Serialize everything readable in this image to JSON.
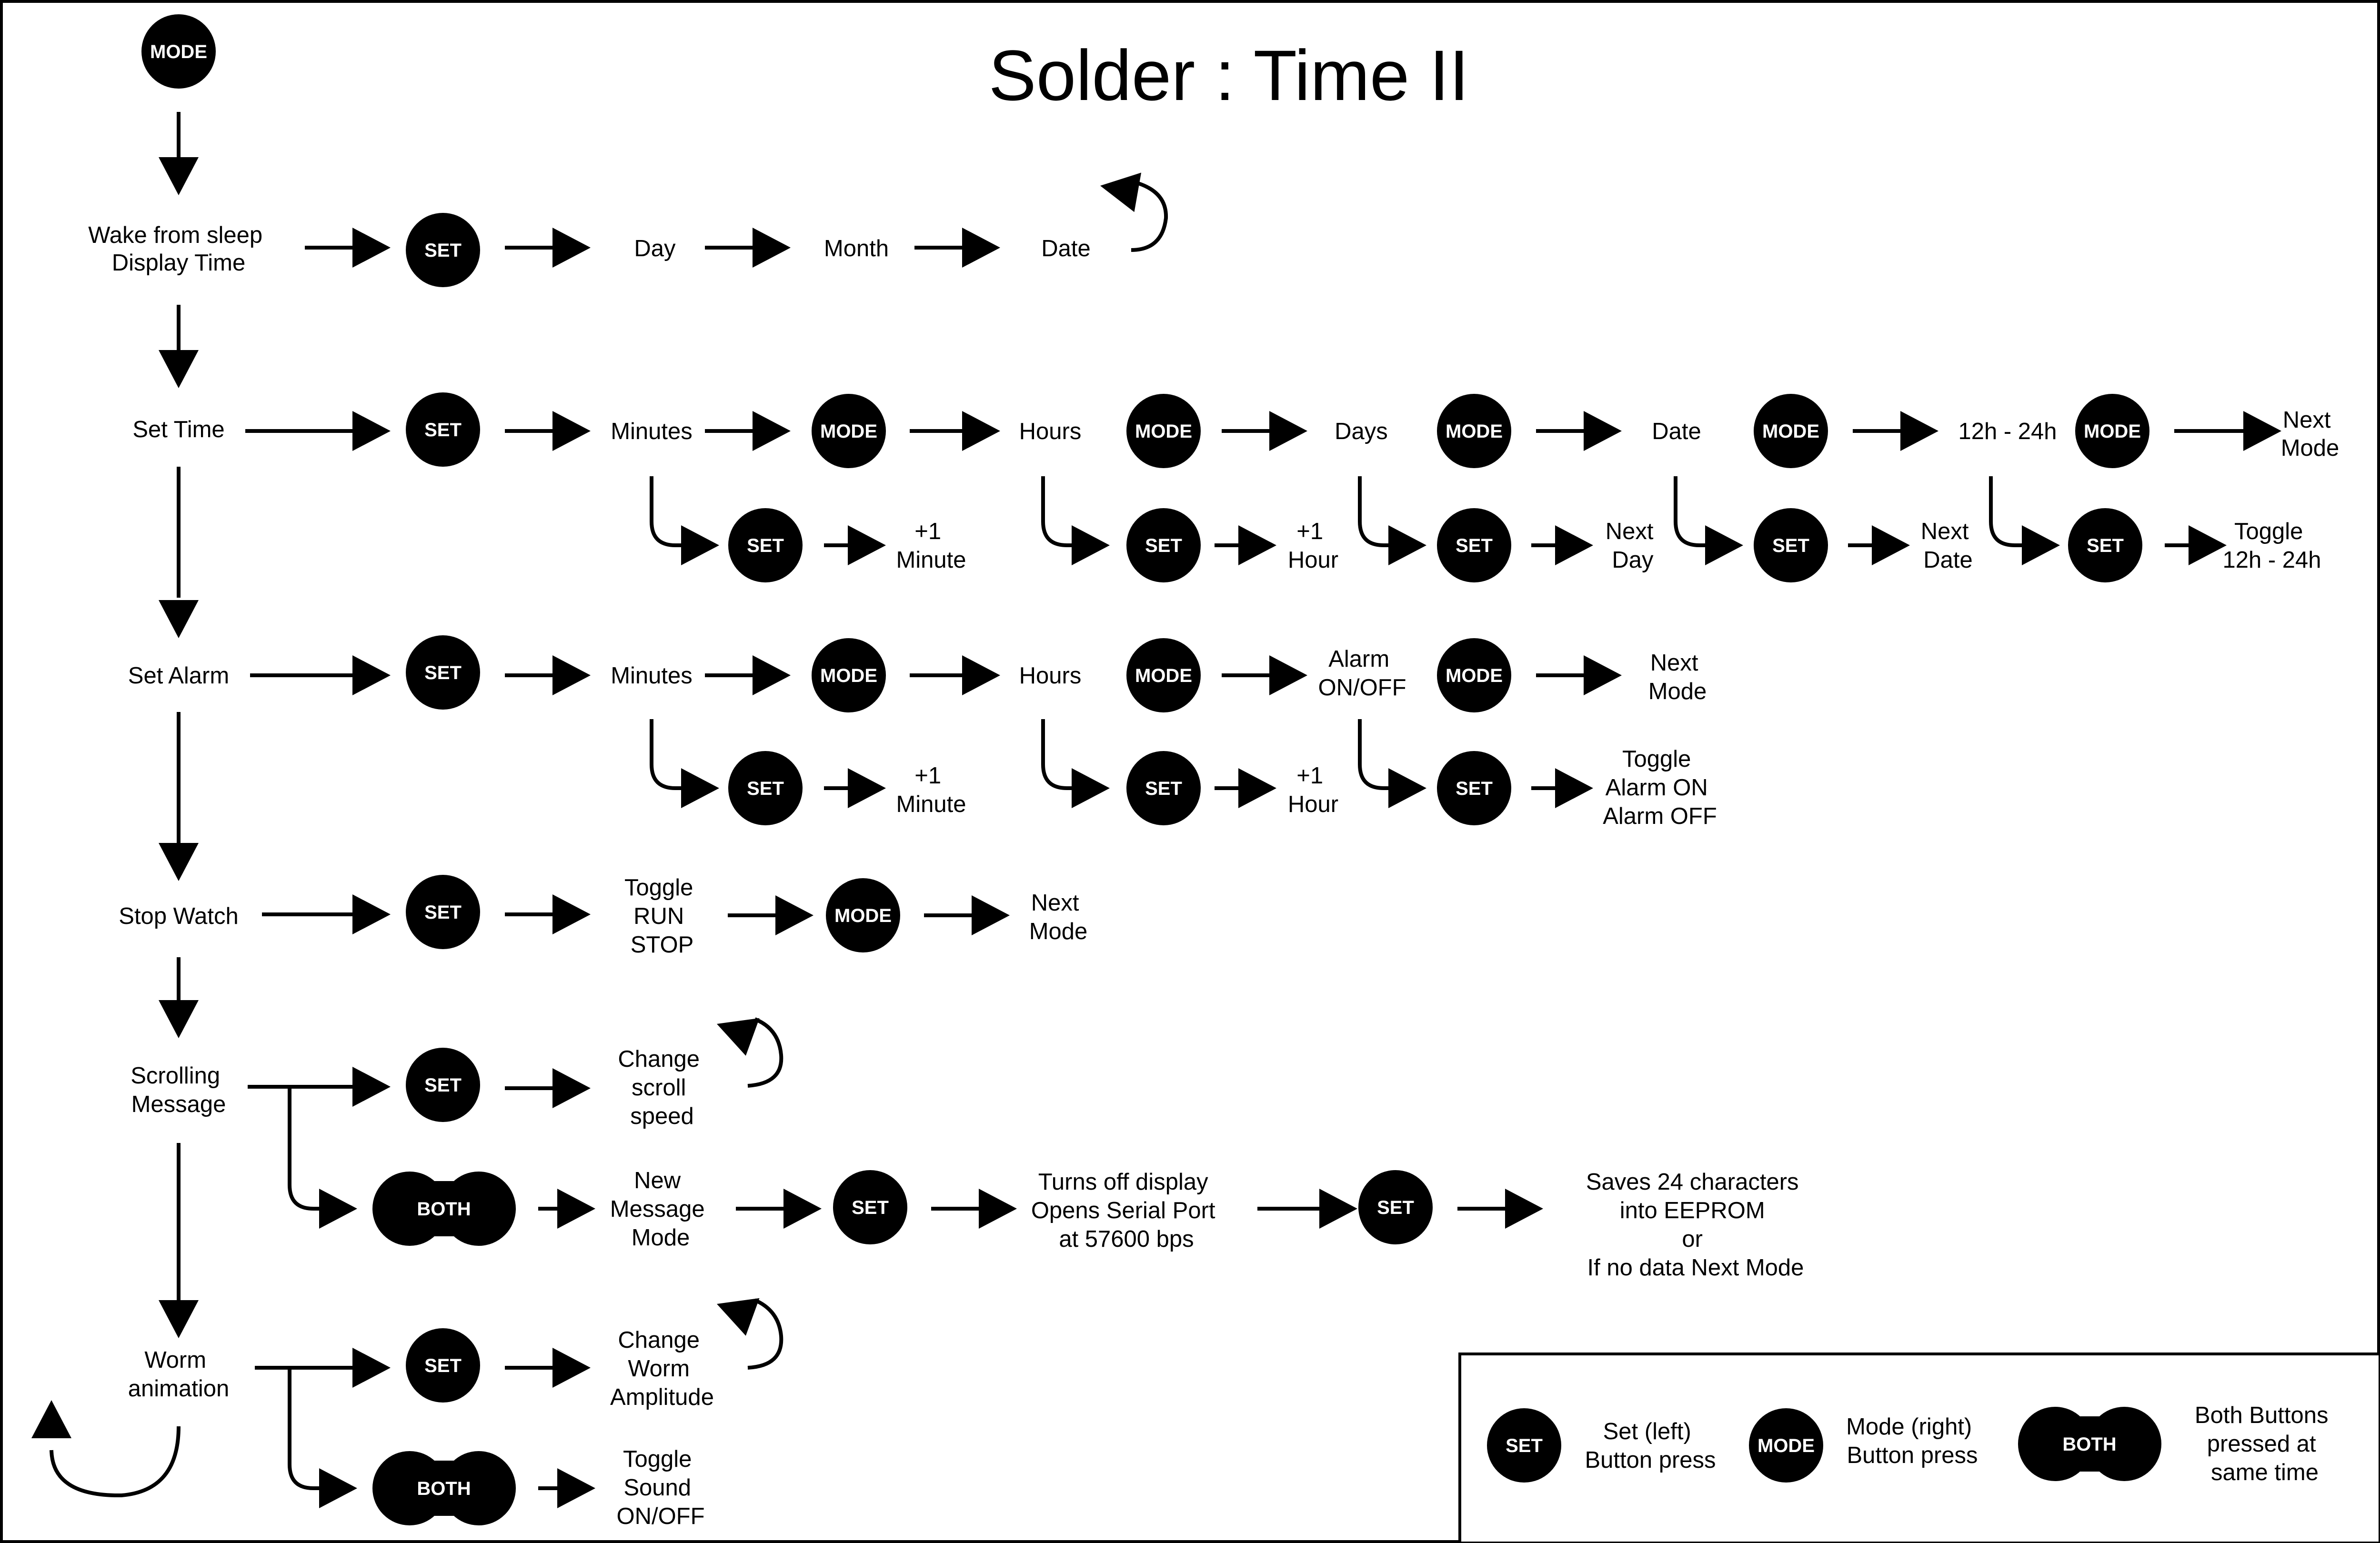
{
  "title": "Solder : Time II",
  "colors": {
    "ink": "#000000",
    "paper": "#ffffff"
  },
  "buttons": {
    "set": "SET",
    "mode": "MODE",
    "both": "BOTH"
  },
  "start_button": "MODE",
  "modes": {
    "wake": {
      "label": [
        "Wake from sleep",
        "Display Time"
      ],
      "sequence": [
        "Day",
        "Month",
        "Date"
      ]
    },
    "set_time": {
      "label": "Set Time",
      "steps": [
        {
          "name": "Minutes",
          "action": [
            "+1",
            "Minute"
          ]
        },
        {
          "name": "Hours",
          "action": [
            "+1",
            "Hour"
          ]
        },
        {
          "name": "Days",
          "action": [
            "Next",
            "Day"
          ]
        },
        {
          "name": "Date",
          "action": [
            "Next",
            "Date"
          ]
        },
        {
          "name": "12h - 24h",
          "action": [
            "Toggle",
            "12h - 24h"
          ]
        }
      ],
      "next": [
        "Next",
        "Mode"
      ]
    },
    "set_alarm": {
      "label": "Set Alarm",
      "steps": [
        {
          "name": "Minutes",
          "action": [
            "+1",
            "Minute"
          ]
        },
        {
          "name": "Hours",
          "action": [
            "+1",
            "Hour"
          ]
        },
        {
          "name": [
            "Alarm",
            "ON/OFF"
          ],
          "action": [
            "Toggle",
            "Alarm ON",
            "Alarm OFF"
          ]
        }
      ],
      "next": [
        "Next",
        "Mode"
      ]
    },
    "stop_watch": {
      "label": "Stop Watch",
      "toggle": [
        "Toggle",
        "RUN",
        "STOP"
      ],
      "next": [
        "Next",
        "Mode"
      ]
    },
    "scrolling": {
      "label": [
        "Scrolling",
        "Message"
      ],
      "set_action": [
        "Change",
        "scroll",
        "speed"
      ],
      "both_action": [
        "New",
        "Message",
        "Mode"
      ],
      "serial": [
        "Turns off display",
        "Opens Serial Port",
        "at 57600 bps"
      ],
      "save": [
        "Saves 24 characters",
        "into EEPROM",
        "or",
        "If no data Next Mode"
      ]
    },
    "worm": {
      "label": [
        "Worm",
        "animation"
      ],
      "set_action": [
        "Change",
        "Worm",
        "Amplitude"
      ],
      "both_action": [
        "Toggle",
        "Sound",
        "ON/OFF"
      ]
    }
  },
  "legend": {
    "set": [
      "Set (left)",
      "Button press"
    ],
    "mode": [
      "Mode (right)",
      "Button press"
    ],
    "both": [
      "Both Buttons",
      "pressed at",
      "same time"
    ]
  }
}
